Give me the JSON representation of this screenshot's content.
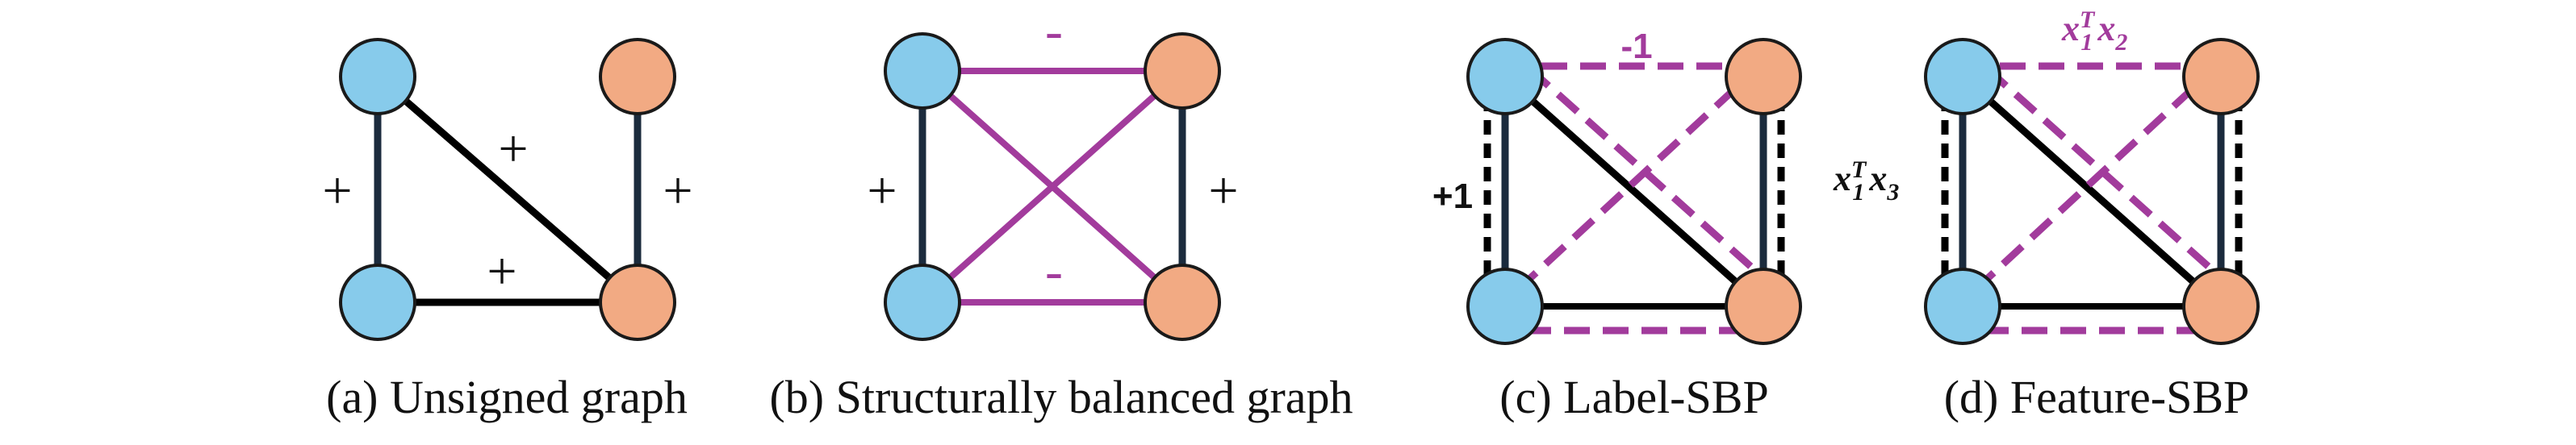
{
  "colors": {
    "blue_node": "#87cbeb",
    "orange_node": "#f2aa83",
    "dark_edge": "#1b2b3d",
    "black_edge": "#000000",
    "purple_edge": "#a23b9c"
  },
  "panels": {
    "a": {
      "caption": "(a) Unsigned graph",
      "signs": {
        "left": "+",
        "diagonal": "+",
        "right": "+",
        "bottom": "+"
      }
    },
    "b": {
      "caption": "(b) Structurally balanced graph",
      "signs": {
        "top": "-",
        "left": "+",
        "right": "+",
        "bottom": "-"
      }
    },
    "c": {
      "caption": "(c) Label-SBP",
      "labels": {
        "top": "-1",
        "left": "+1"
      }
    },
    "d": {
      "caption": "(d) Feature-SBP",
      "labels": {
        "top": {
          "base1": "x",
          "sup": "T",
          "sub1": "1",
          "base2": "x",
          "sub2": "2"
        },
        "left": {
          "base1": "x",
          "sup": "T",
          "sub1": "1",
          "base2": "x",
          "sub2": "3"
        }
      }
    }
  }
}
